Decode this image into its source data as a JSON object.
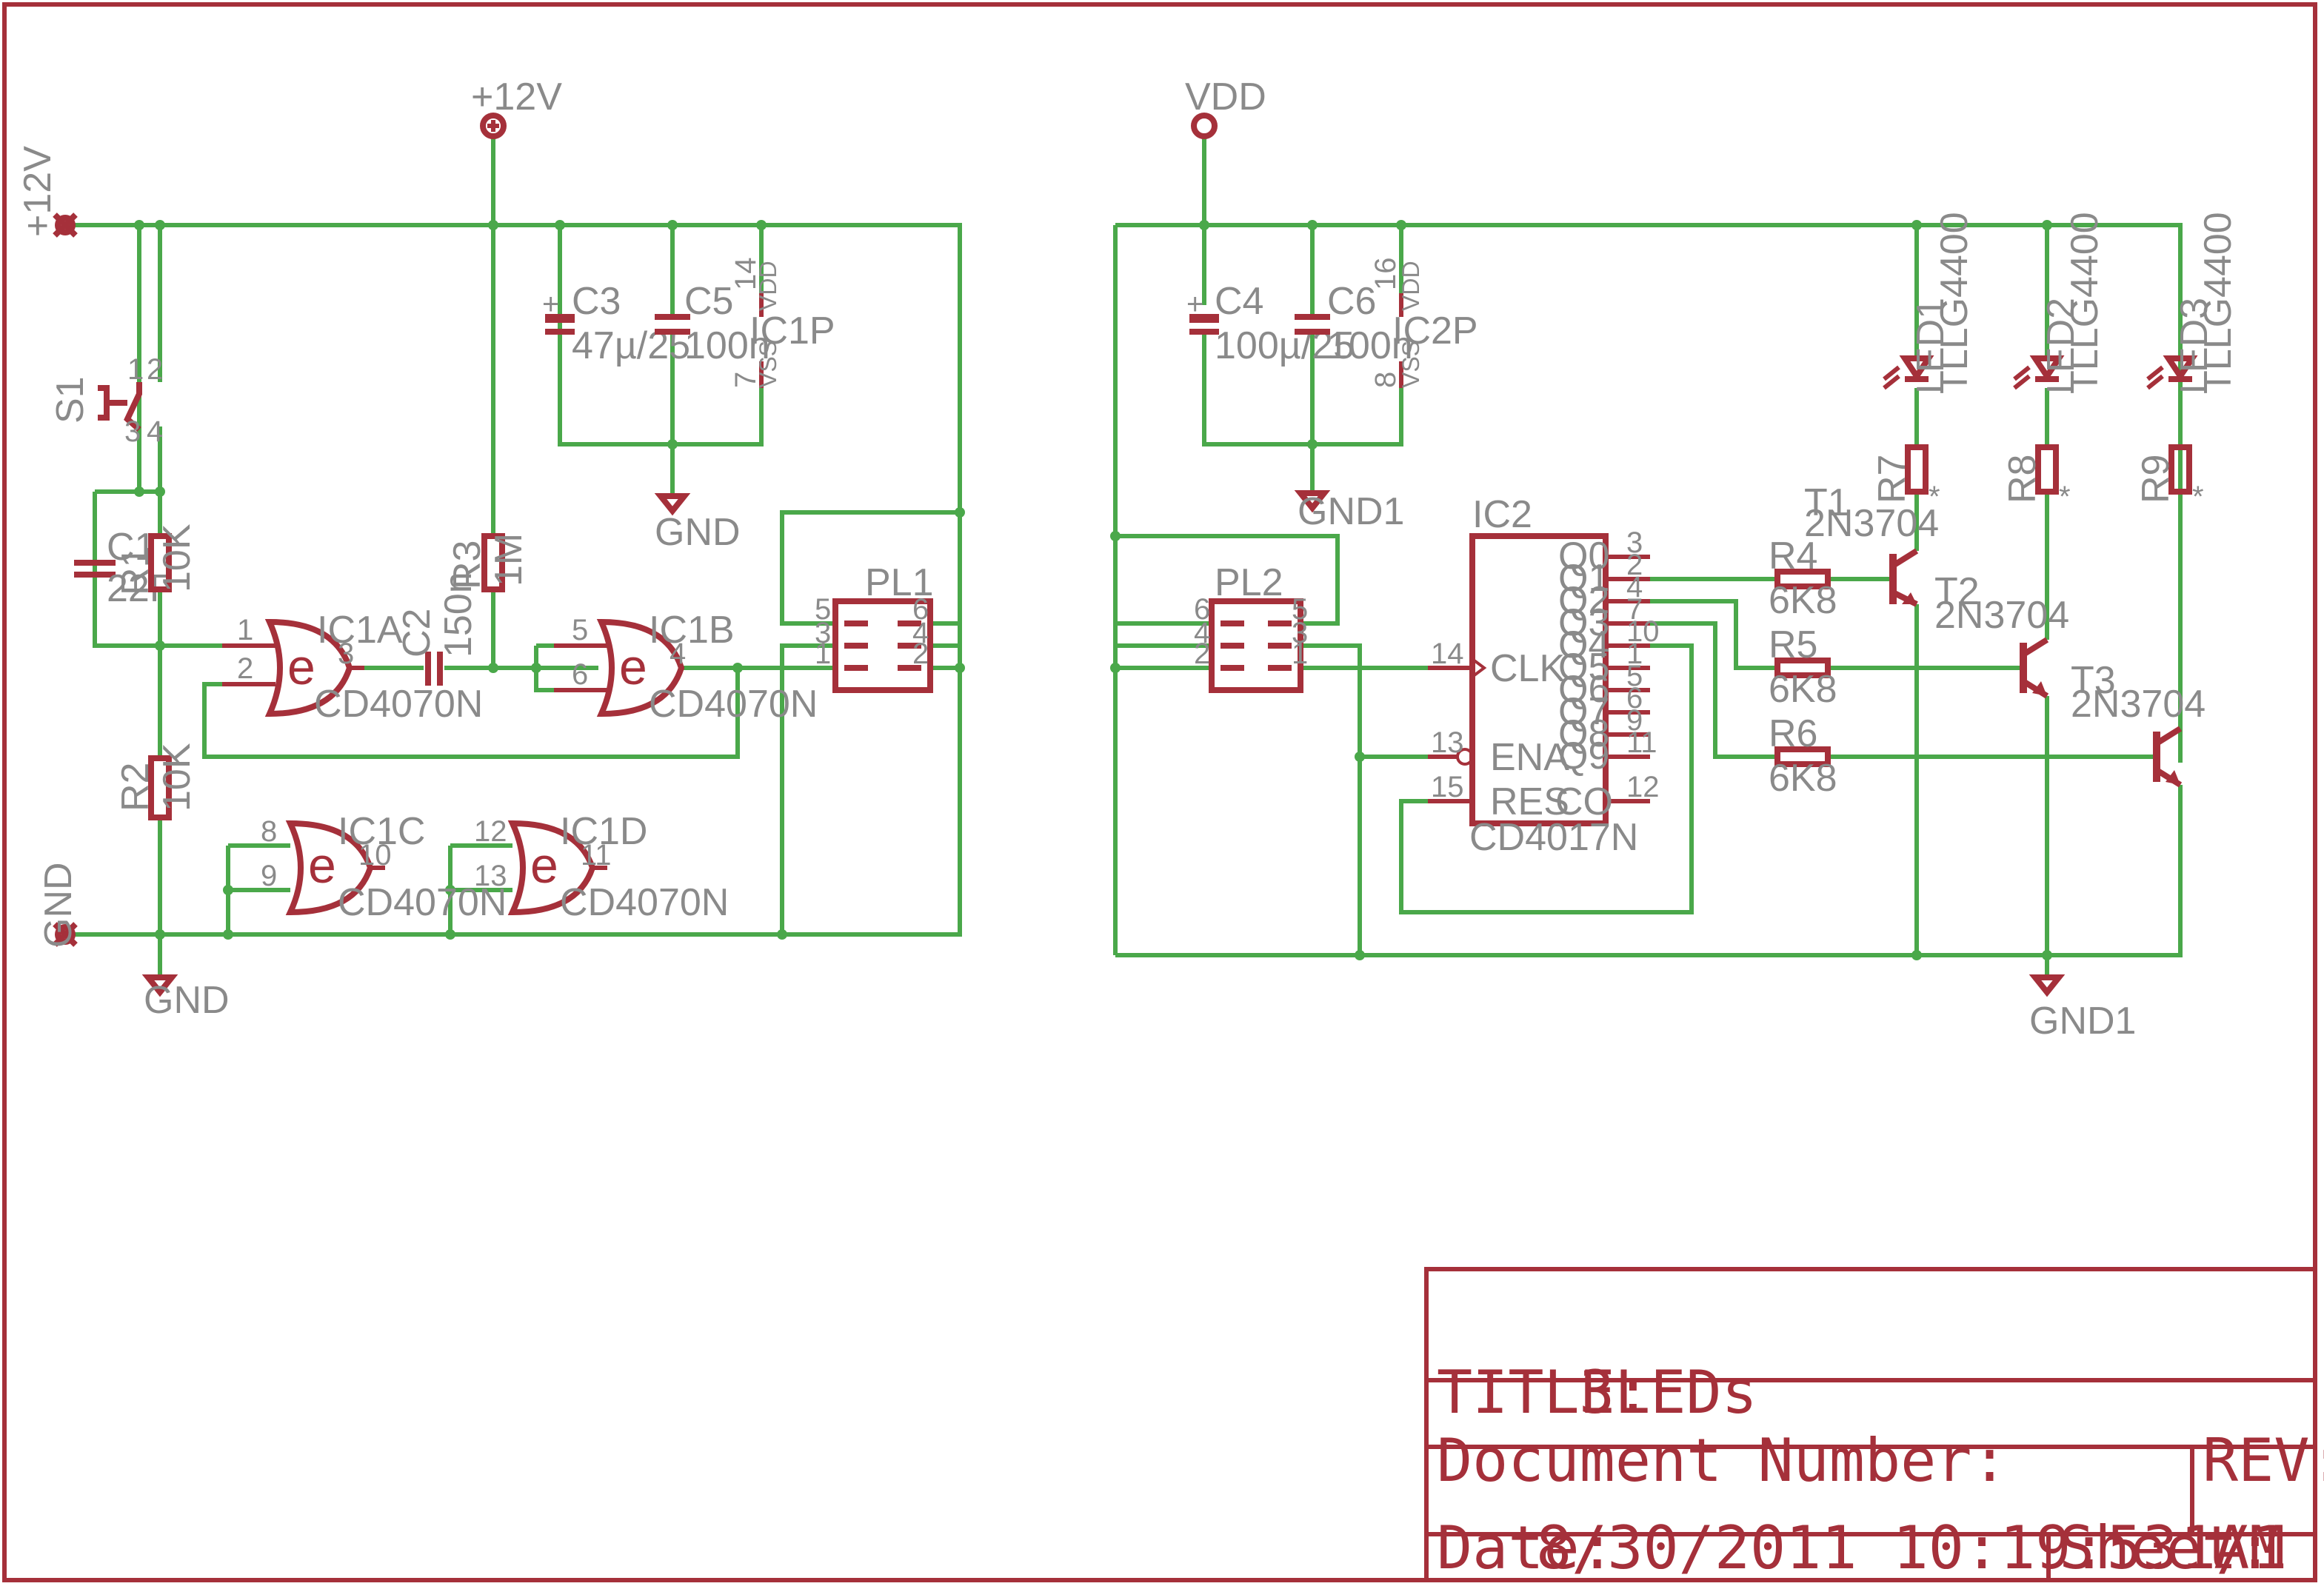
{
  "labels": {
    "supply_top": "+12V",
    "supply_port": "+12V",
    "gnd_port": "GND",
    "gnd1": "GND",
    "gnd2": "GND",
    "vdd": "VDD",
    "gnd1_a": "GND1",
    "gnd1_b": "GND1",
    "s1": "S1",
    "c1": "C1",
    "c1_val": "22F",
    "r1": "R1",
    "r1_val": "10K",
    "r2": "R2",
    "r2_val": "10K",
    "r3": "R3",
    "r3_val": "1M",
    "c2": "C2",
    "c2_val": "150n",
    "c3": "C3",
    "c3_val": "47µ/25",
    "c5": "C5",
    "c5_val": "100n",
    "c4": "C4",
    "c4_val": "100µ/25",
    "c6": "C6",
    "c6_val": "100n",
    "ic1p": "IC1P",
    "ic2p": "IC2P",
    "vdd_pin": "VDD",
    "vss_pin": "VSS",
    "ic1a": "IC1A",
    "ic1b": "IC1B",
    "ic1c": "IC1C",
    "ic1d": "IC1D",
    "cd4070n": "CD4070N",
    "gate_sym": "e",
    "pl1": "PL1",
    "pl2": "PL2",
    "ic2": "IC2",
    "cd4017n": "CD4017N",
    "clk": "CLK",
    "ena": "ENA",
    "res": "RES",
    "co": "CO",
    "q0": "Q0",
    "q1": "Q1",
    "q2": "Q2",
    "q3": "Q3",
    "q4": "Q4",
    "q5": "Q5",
    "q6": "Q6",
    "q7": "Q7",
    "q8": "Q8",
    "q9": "Q9",
    "r4": "R4",
    "r5": "R5",
    "r6": "R6",
    "r_val": "6K8",
    "r7": "R7",
    "r8": "R8",
    "r9": "R9",
    "star": "*",
    "t1": "T1",
    "t2": "T2",
    "t3": "T3",
    "t_val": "2N3704",
    "led1": "LED1",
    "led2": "LED2",
    "led3": "LED3",
    "led_val": "TLLG4400"
  },
  "pins": {
    "p1": "1",
    "p2": "2",
    "p3": "3",
    "p4": "4",
    "p5": "5",
    "p6": "6",
    "p7": "7",
    "p8": "8",
    "p9": "9",
    "p10": "10",
    "p11": "11",
    "p12": "12",
    "p13": "13",
    "p14": "14",
    "p15": "15",
    "p16": "16"
  },
  "title_block": {
    "title_label": "TITLE:",
    "title_value": "3LEDs",
    "doc_label": "Document Number:",
    "rev_label": "REV:",
    "date_label": "Date:",
    "date_value": "8/30/2011 10:19:53 AM",
    "sheet_label": "Sheet:",
    "sheet_value": "1/1"
  },
  "colors": {
    "wire": "#4aa84a",
    "part": "#a5303a",
    "text": "#8a8a8a"
  }
}
